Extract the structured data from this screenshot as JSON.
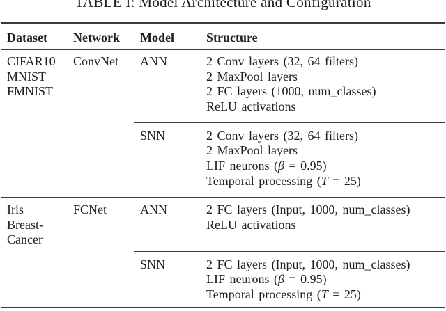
{
  "caption": {
    "text": "TABLE I: Model Architecture and Configuration"
  },
  "table": {
    "columns": [
      "Dataset",
      "Network",
      "Model",
      "Structure"
    ],
    "groups": [
      {
        "dataset_lines": [
          "CIFAR10",
          "MNIST",
          "FMNIST"
        ],
        "network": "ConvNet",
        "rows": [
          {
            "model": "ANN",
            "structure_lines": [
              "2 Conv layers (32, 64 filters)",
              "2 MaxPool layers",
              "2 FC layers (1000, num_classes)",
              "ReLU activations"
            ]
          },
          {
            "model": "SNN",
            "structure_lines": [
              "2 Conv layers (32, 64 filters)",
              "2 MaxPool layers",
              "LIF neurons (β = 0.95)",
              "Temporal processing (T = 25)"
            ]
          }
        ]
      },
      {
        "dataset_lines": [
          "Iris",
          "Breast-",
          "Cancer"
        ],
        "network": "FCNet",
        "rows": [
          {
            "model": "ANN",
            "structure_lines": [
              "2 FC layers (Input, 1000, num_classes)",
              "ReLU activations"
            ]
          },
          {
            "model": "SNN",
            "structure_lines": [
              "2 FC layers (Input, 1000, num_classes)",
              "LIF neurons (β = 0.95)",
              "Temporal processing (T = 25)"
            ]
          }
        ]
      }
    ]
  },
  "colors": {
    "text": "#1e1e1e",
    "rule": "#3a3a3a",
    "background": "#ffffff"
  }
}
